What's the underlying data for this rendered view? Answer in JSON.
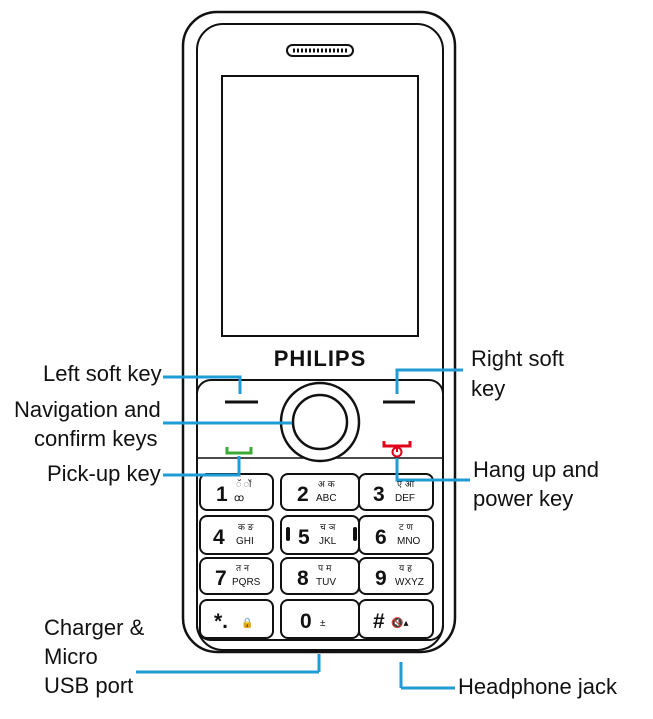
{
  "brand": "PHILIPS",
  "labels": {
    "left_soft_key": "Left soft key",
    "right_soft_key_line1": "Right soft",
    "right_soft_key_line2": "key",
    "navigation_line1": "Navigation and",
    "navigation_line2": "confirm keys",
    "pickup_key": "Pick-up key",
    "hangup_line1": "Hang up and",
    "hangup_line2": "power key",
    "charger_line1": "Charger &",
    "charger_line2": "Micro",
    "charger_line3": "USB port",
    "headphone_jack": "Headphone jack"
  },
  "keys": [
    {
      "digit": "1",
      "deva": "ॅ ॉ",
      "sub": "ꝏ"
    },
    {
      "digit": "2",
      "deva": "अ क",
      "sub": "ABC"
    },
    {
      "digit": "3",
      "deva": "ए ओ",
      "sub": "DEF"
    },
    {
      "digit": "4",
      "deva": "क ङ",
      "sub": "GHI"
    },
    {
      "digit": "5",
      "deva": "च ञ",
      "sub": "JKL"
    },
    {
      "digit": "6",
      "deva": "ट ण",
      "sub": "MNO"
    },
    {
      "digit": "7",
      "deva": "त न",
      "sub": "PQRS"
    },
    {
      "digit": "8",
      "deva": "प म",
      "sub": "TUV"
    },
    {
      "digit": "9",
      "deva": "य ह",
      "sub": "WXYZ"
    },
    {
      "digit": "*.",
      "deva": "",
      "sub": "🔒"
    },
    {
      "digit": "0",
      "deva": "",
      "sub": "±"
    },
    {
      "digit": "#",
      "deva": "",
      "sub": "🔇▴"
    }
  ],
  "colors": {
    "leader": "#1f9bd6",
    "pickup": "#3aaa35",
    "hangup": "#e2001a",
    "outline": "#111111"
  },
  "icons": [
    "earpiece-grille-icon",
    "pickup-phone-icon",
    "hangup-power-icon",
    "navigation-ring-icon"
  ]
}
